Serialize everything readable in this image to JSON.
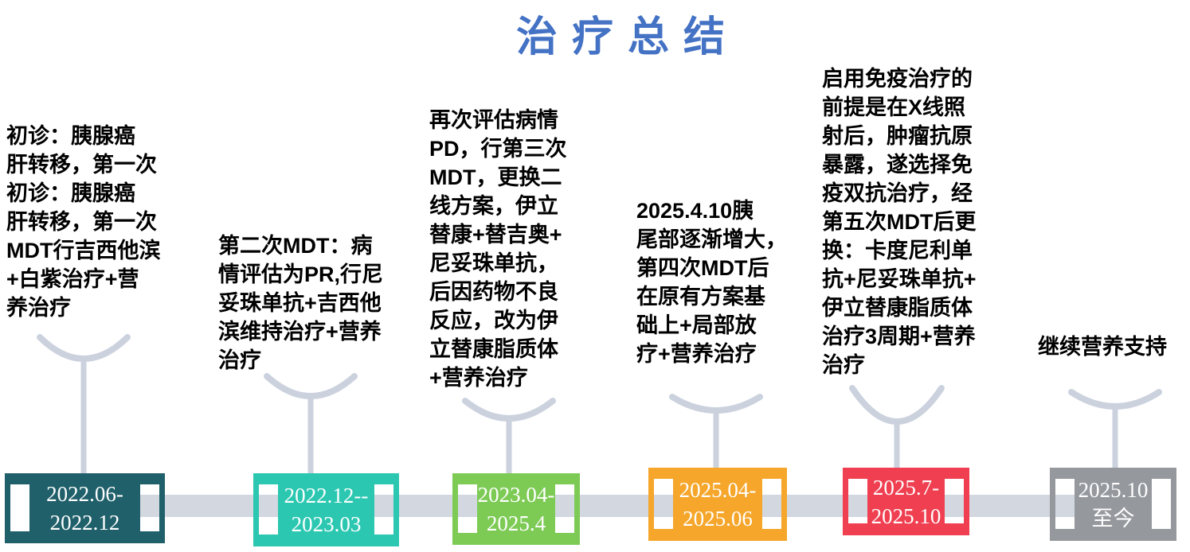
{
  "title": "治疗总结",
  "palette": {
    "title_blue": "#4472C4",
    "connector_gray": "#CBD2DE",
    "timeline_gray": "#D2D7E0",
    "description_text": "#000000",
    "date_text": "#FFFFFF"
  },
  "milestones": [
    {
      "description": "初诊：胰腺癌\n肝转移，第一次\n初诊：胰腺癌\n肝转移，第一次\nMDT行吉西他滨\n+白紫治疗+营\n养治疗",
      "date": "2022.06-\n2022.12",
      "color": "#20606B"
    },
    {
      "description": "第二次MDT：病\n情评估为PR,行尼\n妥珠单抗+吉西他\n滨维持治疗+营养\n治疗",
      "date": "2022.12--\n2023.03",
      "color": "#2BC7B1"
    },
    {
      "description": "再次评估病情\nPD，行第三次\nMDT，更换二\n线方案，伊立\n替康+替吉奥+\n尼妥珠单抗，\n后因药物不良\n反应，改为伊\n立替康脂质体\n+营养治疗",
      "date": "2023.04-\n2025.4",
      "color": "#7DCB55"
    },
    {
      "description": "2025.4.10胰\n尾部逐渐增大，\n第四次MDT后\n在原有方案基\n础上+局部放\n疗+营养治疗",
      "date": "2025.04-\n2025.06",
      "color": "#F5A62B"
    },
    {
      "description": "启用免疫治疗的\n前提是在X线照\n射后，肿瘤抗原\n暴露，遂选择免\n疫双抗治疗，经\n第五次MDT后更\n换：卡度尼利单\n抗+尼妥珠单抗+\n伊立替康脂质体\n治疗3周期+营养\n治疗",
      "date": "2025.7-\n2025.10",
      "color": "#EF3F50"
    },
    {
      "description": "继续营养支持",
      "date": "2025.10\n至今",
      "color": "#95989D"
    }
  ]
}
